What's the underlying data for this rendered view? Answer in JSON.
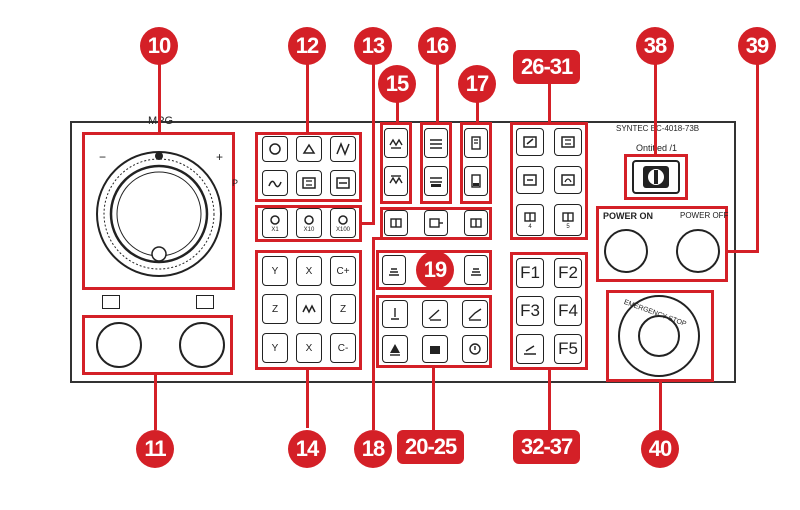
{
  "panel": {
    "mpg_label": "MPG",
    "minus_sign": "−",
    "plus_sign": "+",
    "brand_text": "SYNTEC EC-4018-73B",
    "sub_text": "Ontitled /1",
    "power_on_label": "POWER ON",
    "power_off_label": "POWER OFF",
    "emergency_label": "EMERGENCY STOP",
    "p_label": "P"
  },
  "markers": [
    {
      "id": "m10",
      "text": "10"
    },
    {
      "id": "m11",
      "text": "11"
    },
    {
      "id": "m12",
      "text": "12"
    },
    {
      "id": "m13",
      "text": "13"
    },
    {
      "id": "m14",
      "text": "14"
    },
    {
      "id": "m15",
      "text": "15"
    },
    {
      "id": "m16",
      "text": "16"
    },
    {
      "id": "m17",
      "text": "17"
    },
    {
      "id": "m18",
      "text": "18"
    },
    {
      "id": "m19",
      "text": "19"
    },
    {
      "id": "m20",
      "text": "20-25"
    },
    {
      "id": "m26",
      "text": "26-31"
    },
    {
      "id": "m32",
      "text": "32-37"
    },
    {
      "id": "m38",
      "text": "38"
    },
    {
      "id": "m39",
      "text": "39"
    },
    {
      "id": "m40",
      "text": "40"
    }
  ],
  "keys": {
    "mult_x1": "X1",
    "mult_x10": "X10",
    "mult_x100": "X100",
    "jog": [
      "Y",
      "X",
      "C+",
      "Z",
      "",
      "Z",
      "Y",
      "X",
      "C-"
    ],
    "axis_labels_small": [
      "4",
      "5"
    ]
  },
  "fkeys": [
    "F1",
    "F2",
    "F3",
    "F4",
    "",
    "F5"
  ],
  "colors": {
    "accent": "#d42027",
    "line": "#222222"
  }
}
